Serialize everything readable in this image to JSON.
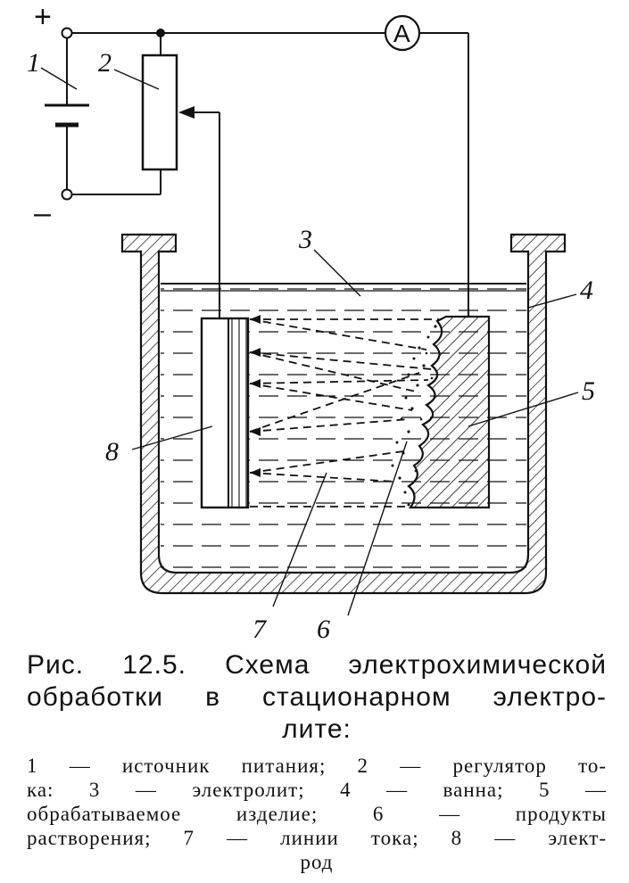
{
  "diagram": {
    "terminal_plus": "+",
    "terminal_minus": "–",
    "ammeter": "A",
    "labels": [
      "1",
      "2",
      "3",
      "4",
      "5",
      "6",
      "7",
      "8"
    ]
  },
  "caption": {
    "lines": [
      "Рис. 12.5. Схема электрохимической",
      "обработки в стационарном электро-",
      "лите:"
    ]
  },
  "legend": {
    "lines": [
      "1 — источник питания; 2 — регулятор то-",
      "ка: 3 — электролит; 4 — ванна; 5 —",
      "обрабатываемое изделие; 6 — продукты",
      "растворения; 7 — линии тока; 8 — элект-",
      "род"
    ]
  }
}
